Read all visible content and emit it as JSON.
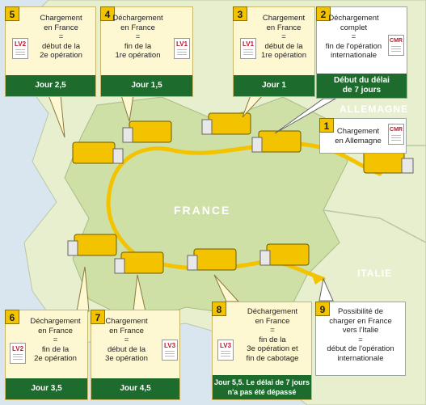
{
  "countries": {
    "france": "FRANCE",
    "germany": "ALLEMAGNE",
    "italy": "ITALIE"
  },
  "colors": {
    "route": "#f3c300",
    "bar": "#1e6b2e",
    "truck": "#f3c300",
    "badge": "#f3c300",
    "land_france": "#cfe0a6",
    "land_other": "#e7efcf",
    "sea": "#d9e6ef"
  },
  "steps": [
    {
      "num": "1",
      "text": "Chargement\nen Allemagne",
      "doc": "CMR",
      "icon": "document-icon"
    },
    {
      "num": "2",
      "text": "Déchargement\ncomplet\n=\nfin de l'opération\ninternationale",
      "doc": "CMR",
      "bar": "Début du délai\nde 7 jours",
      "icon": "document-icon"
    },
    {
      "num": "3",
      "text": "Chargement\nen France\n=\ndébut de la\n1re opération",
      "doc": "LV1",
      "bar": "Jour 1",
      "icon": "document-icon"
    },
    {
      "num": "4",
      "text": "Déchargement\nen France\n=\nfin de la\n1re opération",
      "doc": "LV1",
      "bar": "Jour 1,5",
      "icon": "document-icon"
    },
    {
      "num": "5",
      "text": "Chargement\nen France\n=\ndébut de la\n2e opération",
      "doc": "LV2",
      "bar": "Jour 2,5",
      "icon": "document-icon"
    },
    {
      "num": "6",
      "text": "Déchargement\nen France\n=\nfin de la\n2e opération",
      "doc": "LV2",
      "bar": "Jour 3,5",
      "icon": "document-icon"
    },
    {
      "num": "7",
      "text": "Chargement\nen France\n=\ndébut de la\n3e opération",
      "doc": "LV3",
      "bar": "Jour 4,5",
      "icon": "document-icon"
    },
    {
      "num": "8",
      "text": "Déchargement\nen France\n=\nfin de la\n3e opération et\nfin de cabotage",
      "doc": "LV3",
      "bar": "Jour 5,5. Le délai de 7 jours\nn'a pas été dépassé",
      "icon": "document-icon"
    },
    {
      "num": "9",
      "text": "Possibilité de\ncharger en France\nvers l'Italie\n=\ndébut de l'opération\ninternationale",
      "icon": ""
    }
  ]
}
